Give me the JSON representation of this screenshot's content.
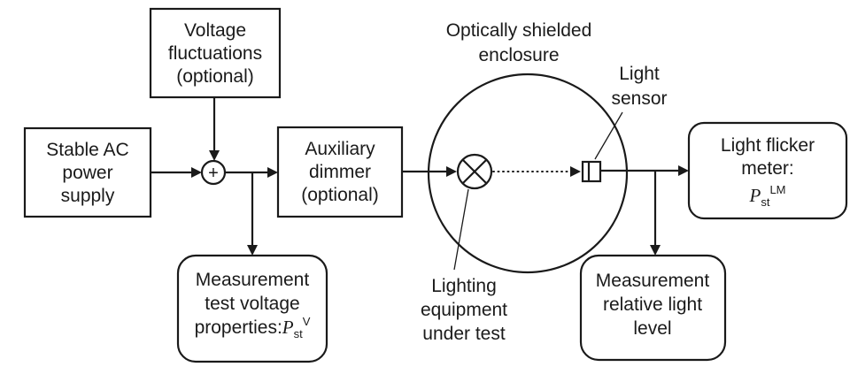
{
  "diagram": {
    "boxes": {
      "voltage_fluctuations": {
        "line1": "Voltage",
        "line2": "fluctuations",
        "line3": "(optional)"
      },
      "stable_ac_supply": {
        "line1": "Stable AC",
        "line2": "power",
        "line3": "supply"
      },
      "auxiliary_dimmer": {
        "line1": "Auxiliary",
        "line2": "dimmer",
        "line3": "(optional)"
      },
      "light_flicker_meter": {
        "line1": "Light flicker",
        "line2": "meter:",
        "formula": {
          "base": "P",
          "sub": "st",
          "sup": "LM"
        }
      },
      "measurement_voltage": {
        "line1": "Measurement",
        "line2": "test voltage",
        "line3": "properties:",
        "formula": {
          "base": "P",
          "sub": "st",
          "sup": "V"
        }
      },
      "measurement_light": {
        "line1": "Measurement",
        "line2": "relative light",
        "line3": "level"
      }
    },
    "labels": {
      "enclosure": {
        "line1": "Optically shielded",
        "line2": "enclosure"
      },
      "light_sensor": {
        "line1": "Light",
        "line2": "sensor"
      },
      "lighting_equipment": {
        "line1": "Lighting",
        "line2": "equipment",
        "line3": "under test"
      },
      "summing_junction": "+"
    },
    "colors": {
      "stroke": "#1a1a1a",
      "background": "#ffffff"
    }
  }
}
